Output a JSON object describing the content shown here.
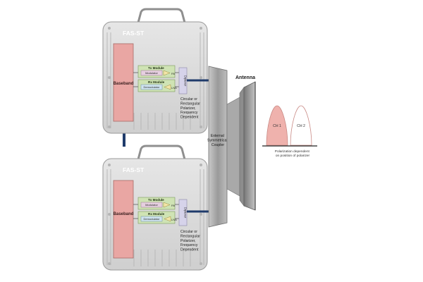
{
  "colors": {
    "chassis": "#dcdcdc",
    "baseband": "#e9a6a3",
    "module_green": "#cfe3b4",
    "diplexer": "#d6d3ea",
    "cable": "#1f3b6b",
    "ch1_fill": "#efb2ad"
  },
  "units": [
    {
      "title": "FAS-ST",
      "baseband": "Baseband",
      "tx_module": "Tx Module",
      "modulator": "Modulator",
      "pa": "PA",
      "rx_module": "Rx Module",
      "demodulator": "Demodulator",
      "lna": "LNA",
      "diplexer": "Diplexer",
      "polarizer_lines": [
        "Circular or",
        "Rectangular",
        "Polarizer,",
        "Frequency",
        "Dependent"
      ]
    },
    {
      "title": "FAS-ST",
      "baseband": "Baseband",
      "tx_module": "Tx Module",
      "modulator": "Modulator",
      "pa": "PA",
      "rx_module": "Rx Module",
      "demodulator": "Demodulator",
      "lna": "LNA",
      "diplexer": "Diplexer",
      "polarizer_lines": [
        "Circular or",
        "Rectangular",
        "Polarizer,",
        "Frequency",
        "Dependent"
      ]
    }
  ],
  "coupler_lines": [
    "External",
    "Symmetrical",
    "Coupler"
  ],
  "antenna_label": "Antenna",
  "channels": [
    "CH 1",
    "CH 2"
  ],
  "polarization_note_lines": [
    "Polarization dependent",
    "on position of polarizer"
  ]
}
